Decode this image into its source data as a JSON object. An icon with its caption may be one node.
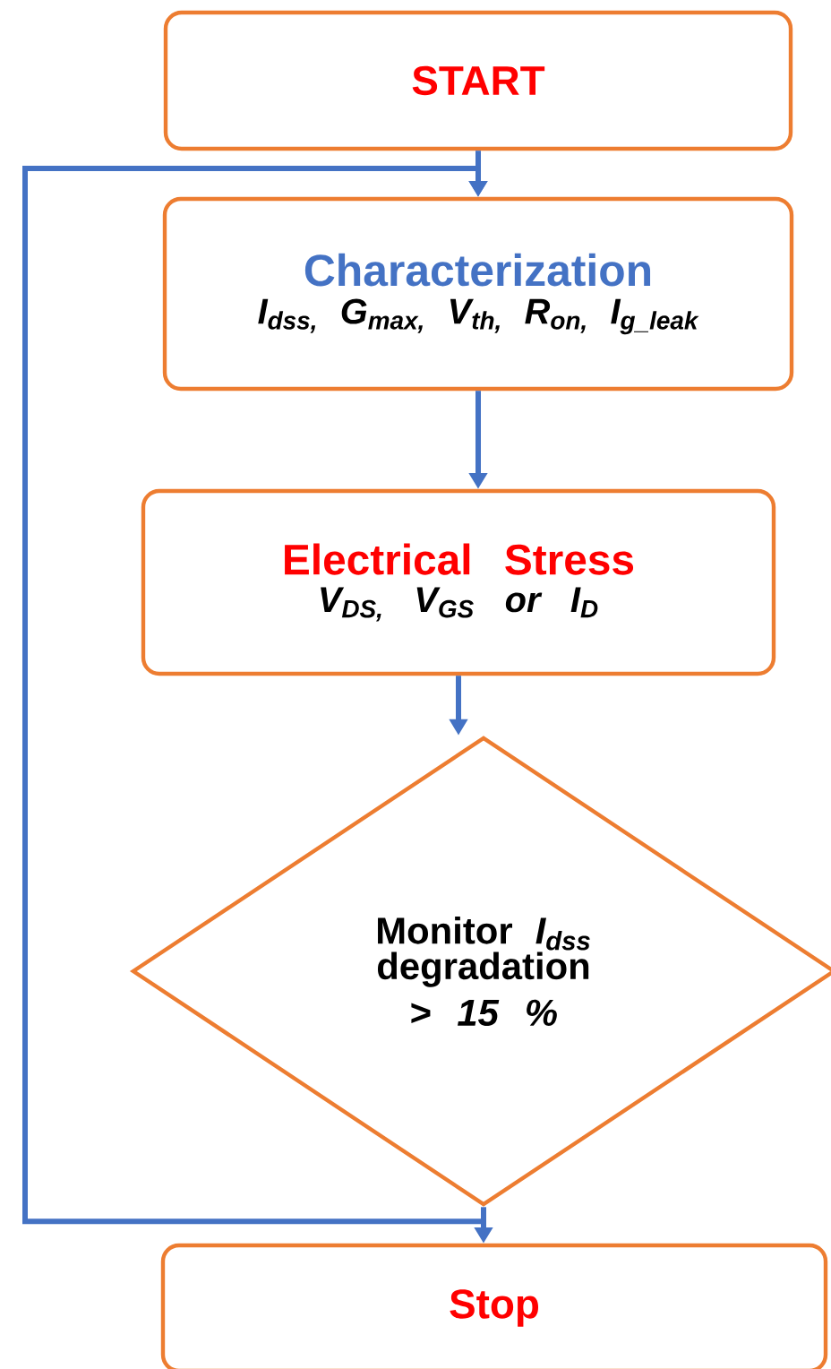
{
  "diagram": {
    "nodes": [
      {
        "text": [
          "START"
        ]
      },
      {
        "text": [
          "Characterization",
          "I$_{dss,}$ G$_{max,}$ V$_{th,}$  R$_{on,}$ I$_{g_leak}$"
        ]
      },
      {
        "text": [
          "Electrical Stress",
          "V$_{DS,}$ V$_{GS}$  or I$_{D}$"
        ]
      },
      {
        "text": [
          "Monitor *I$_{dss}$* degradation",
          "> 15 %"
        ]
      },
      {
        "text": [
          "Stop"
        ]
      }
    ],
    "edges": [
      {
        "from": 0,
        "to": 1,
        "arrow": "to"
      },
      {
        "from": 1,
        "to": 2,
        "arrow": "to"
      },
      {
        "from": 2,
        "to": 3,
        "arrow": "to"
      },
      {
        "from": 3,
        "to": 4,
        "arrow": "to"
      },
      {
        "from": 3,
        "to": 1,
        "arrow": "to"
      }
    ]
  }
}
